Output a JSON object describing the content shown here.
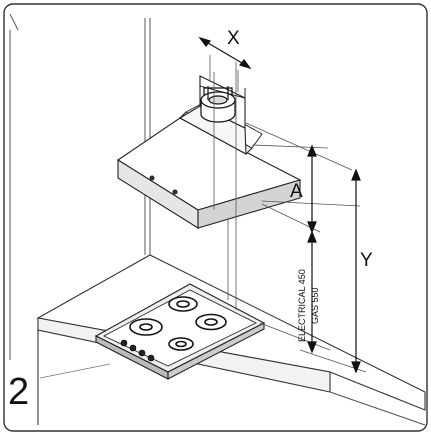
{
  "figure": {
    "number": "2",
    "labels": {
      "x": "X",
      "a": "A",
      "y": "Y",
      "electrical": "ELECTRICAL 450",
      "gas": "GAS 550"
    }
  }
}
